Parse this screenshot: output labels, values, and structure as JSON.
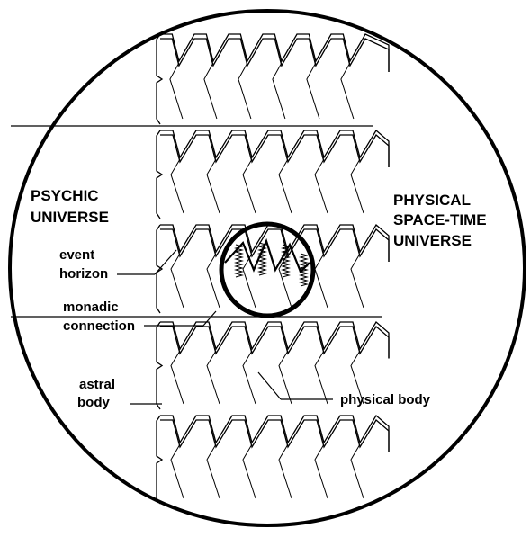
{
  "labels": {
    "psychic_line1": "PSYCHIC",
    "psychic_line2": "UNIVERSE",
    "physical_line1": "PHYSICAL",
    "physical_line2": "SPACE-TIME",
    "physical_line3": "UNIVERSE",
    "event_line1": "event",
    "event_line2": "horizon",
    "monadic_line1": "monadic",
    "monadic_line2": "connection",
    "astral_line1": "astral",
    "astral_line2": "body",
    "physical_body": "physical body"
  },
  "colors": {
    "ink": "#000000",
    "background": "#ffffff"
  }
}
